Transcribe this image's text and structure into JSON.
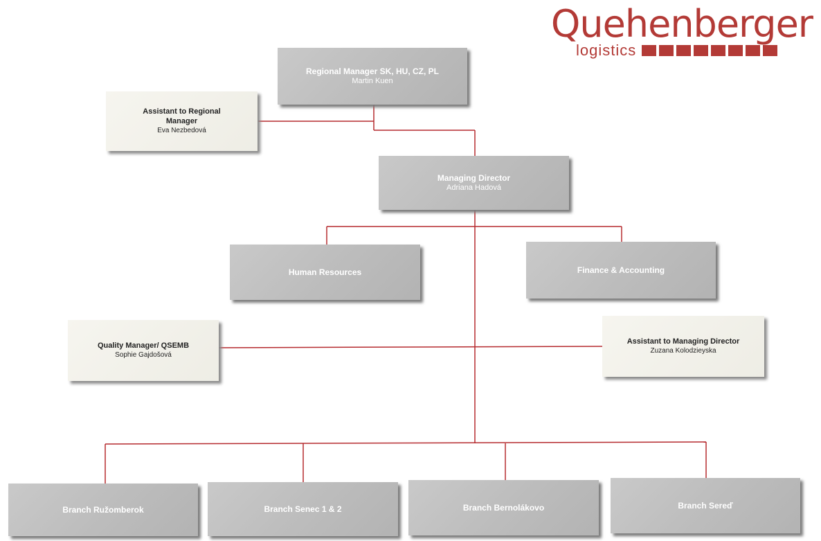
{
  "logo": {
    "name": "Quehenberger",
    "tagline": "logistics",
    "color": "#b33a36"
  },
  "connector_color": "#b52a2e",
  "nodes": {
    "regional_manager": {
      "title": "Regional Manager SK, HU, CZ, PL",
      "person": "Martin Kuen"
    },
    "assistant_regional": {
      "title": "Assistant to Regional Manager",
      "person": "Eva Nezbedová"
    },
    "managing_director": {
      "title": "Managing Director",
      "person": "Adriana Hadová"
    },
    "human_resources": {
      "title": "Human Resources"
    },
    "finance": {
      "title": "Finance & Accounting"
    },
    "quality_manager": {
      "title": "Quality Manager/ QSEMB",
      "person": "Sophie Gajdošová"
    },
    "assistant_md": {
      "title": "Assistant to Managing Director",
      "person": "Zuzana Kolodzieyska"
    },
    "branch_ruzomberok": {
      "title": "Branch Ružomberok"
    },
    "branch_senec": {
      "title": "Branch Senec 1 & 2"
    },
    "branch_bernolakovo": {
      "title": "Branch Bernolákovo"
    },
    "branch_sered": {
      "title": "Branch Sereď"
    }
  }
}
